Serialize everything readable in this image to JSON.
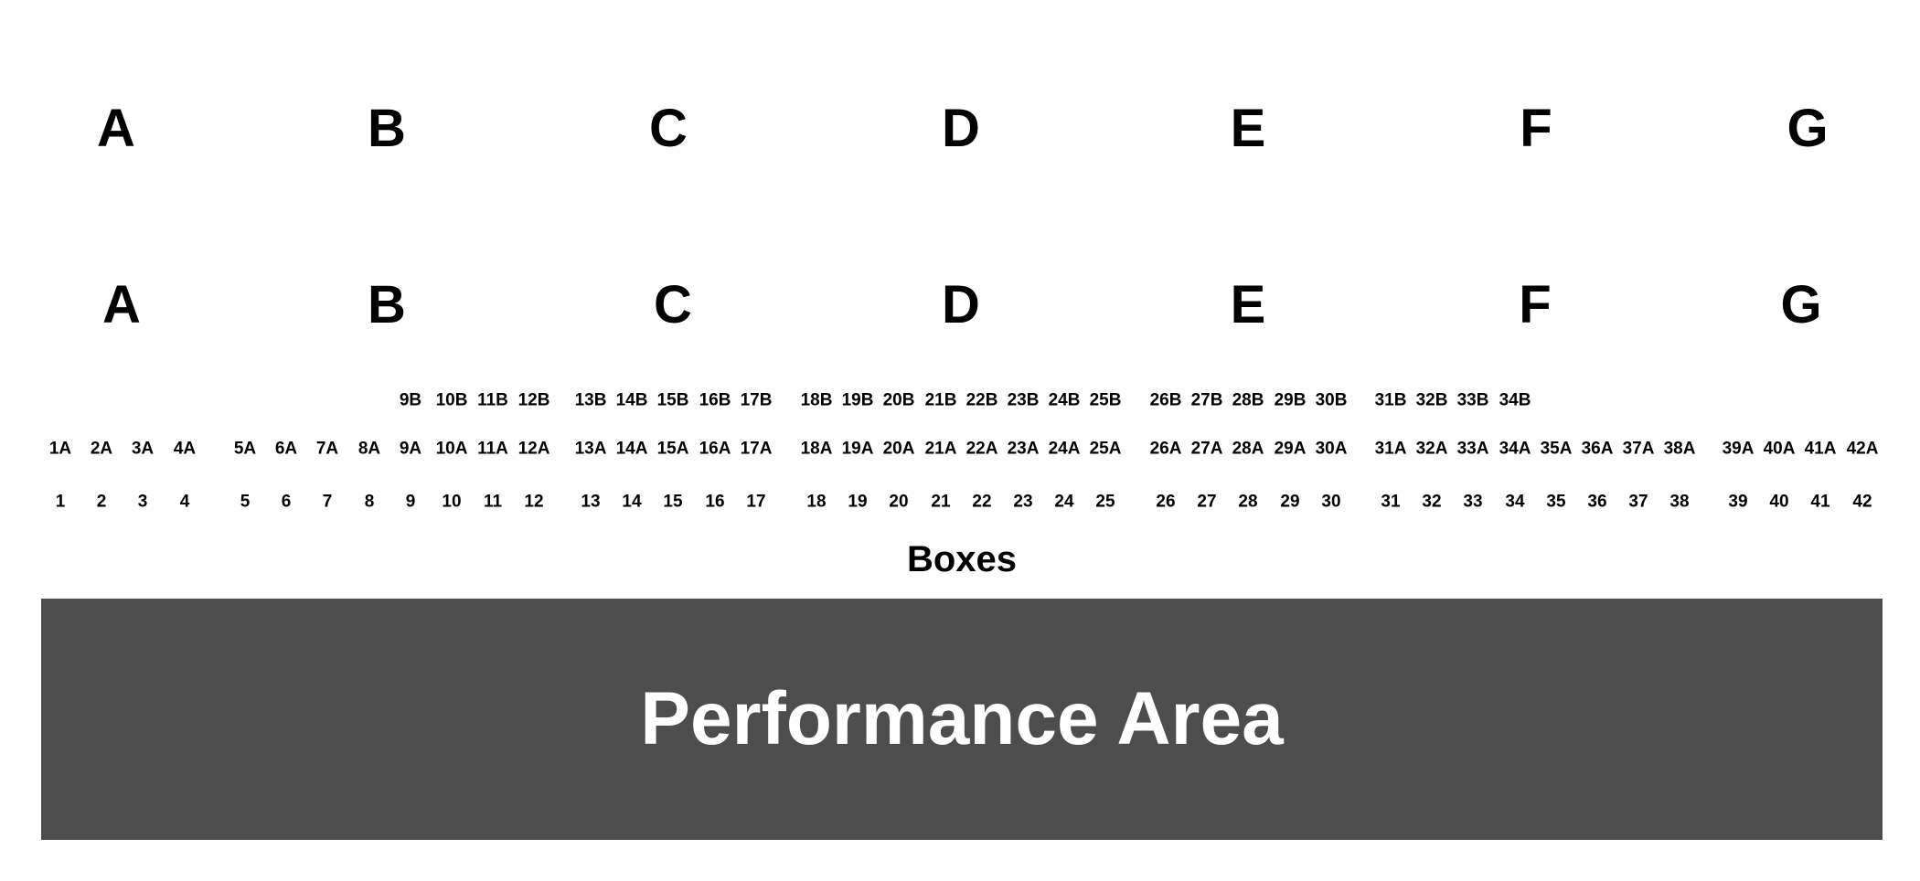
{
  "sections_upper": [
    {
      "id": "upper-a",
      "label": "A"
    },
    {
      "id": "upper-b",
      "label": "B"
    },
    {
      "id": "upper-c",
      "label": "C"
    },
    {
      "id": "upper-d",
      "label": "D"
    },
    {
      "id": "upper-e",
      "label": "E"
    },
    {
      "id": "upper-f",
      "label": "F"
    },
    {
      "id": "upper-g",
      "label": "G"
    }
  ],
  "sections_lower": [
    {
      "id": "lower-a",
      "label": "A"
    },
    {
      "id": "lower-b",
      "label": "B"
    },
    {
      "id": "lower-c",
      "label": "C"
    },
    {
      "id": "lower-d",
      "label": "D"
    },
    {
      "id": "lower-e",
      "label": "E"
    },
    {
      "id": "lower-f",
      "label": "F"
    },
    {
      "id": "lower-g",
      "label": "G"
    }
  ],
  "boxes_row_b": [
    "9B",
    "10B",
    "11B",
    "12B",
    "13B",
    "14B",
    "15B",
    "16B",
    "17B",
    "18B",
    "19B",
    "20B",
    "21B",
    "22B",
    "23B",
    "24B",
    "25B",
    "26B",
    "27B",
    "28B",
    "29B",
    "30B",
    "31B",
    "32B",
    "33B",
    "34B"
  ],
  "boxes_row_a": [
    "1A",
    "2A",
    "3A",
    "4A",
    "5A",
    "6A",
    "7A",
    "8A",
    "9A",
    "10A",
    "11A",
    "12A",
    "13A",
    "14A",
    "15A",
    "16A",
    "17A",
    "18A",
    "19A",
    "20A",
    "21A",
    "22A",
    "23A",
    "24A",
    "25A",
    "26A",
    "27A",
    "28A",
    "29A",
    "30A",
    "31A",
    "32A",
    "33A",
    "34A",
    "35A",
    "36A",
    "37A",
    "38A",
    "39A",
    "40A",
    "41A",
    "42A"
  ],
  "boxes_row_num": [
    "1",
    "2",
    "3",
    "4",
    "5",
    "6",
    "7",
    "8",
    "9",
    "10",
    "11",
    "12",
    "13",
    "14",
    "15",
    "16",
    "17",
    "18",
    "19",
    "20",
    "21",
    "22",
    "23",
    "24",
    "25",
    "26",
    "27",
    "28",
    "29",
    "30",
    "31",
    "32",
    "33",
    "34",
    "35",
    "36",
    "37",
    "38",
    "39",
    "40",
    "41",
    "42"
  ],
  "boxes_label": "Boxes",
  "stage_label": "Performance Area",
  "colors": {
    "background": "#ffffff",
    "text": "#000000",
    "stage": "#4d4d4d",
    "stage_text": "#ffffff"
  }
}
